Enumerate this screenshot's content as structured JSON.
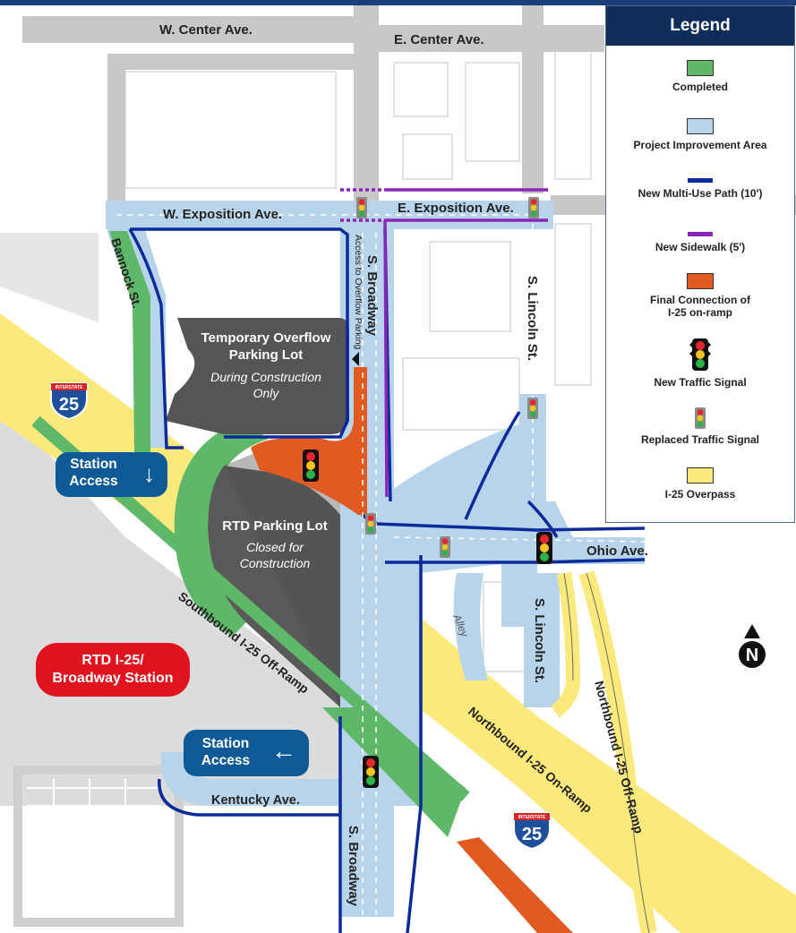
{
  "streets": {
    "w_center": "W. Center Ave.",
    "e_center": "E. Center Ave.",
    "w_exposition": "W. Exposition Ave.",
    "e_exposition": "E. Exposition Ave.",
    "bannock": "Bannock St.",
    "s_broadway": "S. Broadway",
    "s_broadway_south": "S. Broadway",
    "overflow_access": "Access to Overflow Parking",
    "s_lincoln_north": "S. Lincoln St.",
    "s_lincoln_south": "S. Lincoln St.",
    "ohio": "Ohio Ave.",
    "alley": "Alley",
    "kentucky": "Kentucky Ave.",
    "sb_offramp": "Southbound I-25 Off-Ramp",
    "nb_onramp": "Northbound I-25 On-Ramp",
    "nb_offramp": "Northbound I-25 Off-Ramp"
  },
  "areas": {
    "temp_lot_title": "Temporary Overflow Parking Lot",
    "temp_lot_title_l1": "Temporary Overflow",
    "temp_lot_title_l2": "Parking Lot",
    "temp_lot_note_l1": "During Construction",
    "temp_lot_note_l2": "Only",
    "rtd_lot_title": "RTD Parking Lot",
    "rtd_lot_note_l1": "Closed for",
    "rtd_lot_note_l2": "Construction"
  },
  "callouts": {
    "station_access_1_l1": "Station",
    "station_access_1_l2": "Access",
    "station_access_2_l1": "Station",
    "station_access_2_l2": "Access",
    "station_l1": "RTD I-25/",
    "station_l2": "Broadway Station"
  },
  "shields": [
    {
      "banner": "INTERSTATE",
      "number": "25"
    },
    {
      "banner": "INTERSTATE",
      "number": "25"
    }
  ],
  "north_arrow": "N",
  "legend": {
    "title": "Legend",
    "items": [
      {
        "label": "Completed",
        "color": "#5fb86a"
      },
      {
        "label": "Project Improvement Area",
        "color": "#b8d4ea"
      },
      {
        "label": "New Multi-Use Path (10')",
        "color": "#0d2a9c"
      },
      {
        "label": "New Sidewalk (5')",
        "color": "#8a25b8"
      },
      {
        "label": "Final Connection of",
        "label2": "I-25 on-ramp",
        "color": "#e05a22"
      },
      {
        "label": "New Traffic Signal",
        "icon": "traffic-signal-icon"
      },
      {
        "label": "Replaced Traffic Signal",
        "icon": "traffic-signal-small-icon"
      },
      {
        "label": "I-25 Overpass",
        "color": "#fbe97c"
      }
    ]
  },
  "colors": {
    "completed": "#5fb86a",
    "improvement": "#b8d4ea",
    "multi_use_path": "#0d2a9c",
    "sidewalk": "#8a25b8",
    "final_connection": "#e05a22",
    "overpass": "#fbe97c",
    "road": "#c8c8c8",
    "lot_dark": "#595959",
    "callout_blue": "#0e5a96",
    "station_red": "#e0141f"
  }
}
